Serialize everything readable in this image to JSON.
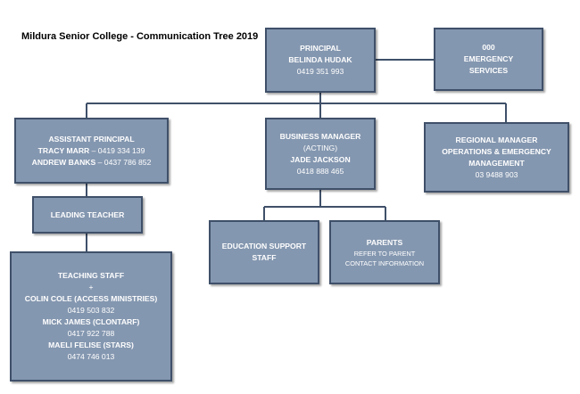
{
  "title": "Mildura Senior College - Communication Tree 2019",
  "colors": {
    "box_fill": "#8497b0",
    "box_border": "#3f5069",
    "connector": "#3f5069",
    "text": "#ffffff"
  },
  "principal": {
    "role": "PRINCIPAL",
    "name": "BELINDA HUDAK",
    "phone": "0419 351 993"
  },
  "emergency": {
    "line1": "000",
    "line2": "EMERGENCY",
    "line3": "SERVICES"
  },
  "assistant_principal": {
    "role": "ASSISTANT PRINCIPAL",
    "person1_name": "TRACY MARR",
    "person1_phone": "– 0419 334 139",
    "person2_name": "ANDREW BANKS",
    "person2_phone": "– 0437 786 852"
  },
  "business_manager": {
    "role": "BUSINESS MANAGER",
    "note": "(ACTING)",
    "name": "JADE JACKSON",
    "phone": "0418 888 465"
  },
  "regional_manager": {
    "line1": "REGIONAL MANAGER",
    "line2": "OPERATIONS & EMERGENCY",
    "line3": "MANAGEMENT",
    "phone": "03 9488 903"
  },
  "leading_teacher": {
    "role": "LEADING TEACHER"
  },
  "education_support": {
    "line1": "EDUCATION SUPPORT",
    "line2": "STAFF"
  },
  "parents": {
    "role": "PARENTS",
    "line1": "REFER TO PARENT",
    "line2": "CONTACT INFORMATION"
  },
  "teaching_staff": {
    "role": "TEACHING STAFF",
    "plus": "+",
    "contact1_name": "COLIN COLE (ACCESS MINISTRIES)",
    "contact1_phone": "0419 503 832",
    "contact2_name": "MICK JAMES (CLONTARF)",
    "contact2_phone": "0417 922 788",
    "contact3_name": "MAELI FELISE (STARS)",
    "contact3_phone": "0474 746 013"
  }
}
